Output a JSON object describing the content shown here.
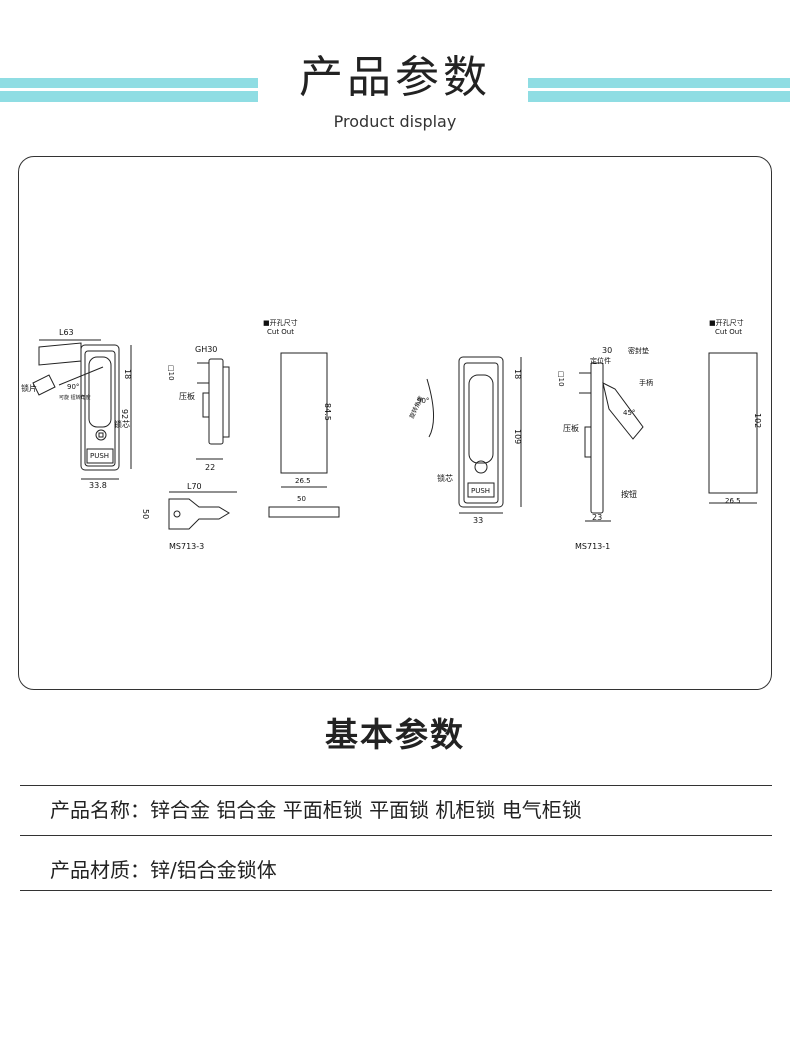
{
  "header": {
    "title": "产品参数",
    "subtitle": "Product display"
  },
  "drawing": {
    "cutout_label_cn": "■开孔尺寸",
    "cutout_label_en": "Cut Out",
    "left": {
      "model": "MS713-3",
      "dims": {
        "l63": "L63",
        "gh30": "GH30",
        "d10": "□10",
        "d18": "18",
        "d92": "92",
        "d22": "22",
        "d33_8": "33.8",
        "l70": "L70",
        "d50v": "50",
        "d84_5": "84.5",
        "d26_5": "26.5",
        "d50h": "50"
      },
      "labels": {
        "lock_plate": "锁片",
        "rotation": "90°",
        "rotation_note": "可旋 钮转角度",
        "lock_core": "锁芯",
        "press_plate": "压板",
        "push": "PUSH"
      }
    },
    "right": {
      "model": "MS713-1",
      "dims": {
        "d18": "18",
        "d109": "109",
        "d33": "33",
        "d30": "30",
        "d10": "□10",
        "d23": "23",
        "d102": "102",
        "d26_5": "26.5",
        "angle": "45°"
      },
      "labels": {
        "rotation": "90°",
        "rotation_note": "旋转角度",
        "lock_core": "锁芯",
        "push": "PUSH",
        "seal": "密封垫",
        "locator": "定位件",
        "handle": "手柄",
        "press_plate": "压板",
        "button": "按钮"
      }
    }
  },
  "section": {
    "title": "基本参数"
  },
  "params": [
    {
      "label": "产品名称：",
      "value": "锌合金 铝合金 平面柜锁 平面锁 机柜锁 电气柜锁"
    },
    {
      "label": "产品材质：",
      "value": "锌/铝合金锁体"
    }
  ]
}
